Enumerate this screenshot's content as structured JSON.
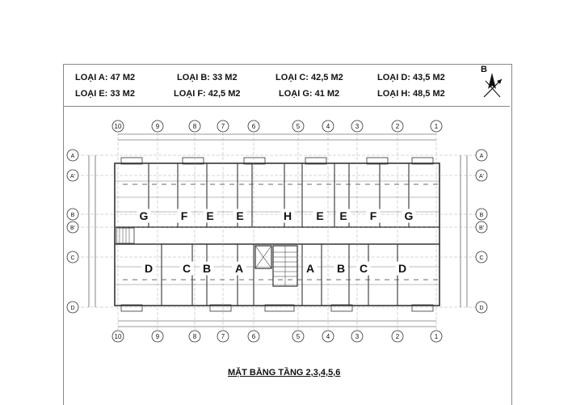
{
  "legend": {
    "row1": [
      "LOẠI A: 47 M2",
      "LOẠI B: 33 M2",
      "LOẠI C: 42,5 M2",
      "LOẠI D: 43,5 M2"
    ],
    "row2": [
      "LOẠI E: 33 M2",
      "LOẠI F: 42,5 M2",
      "LOẠI G: 41 M2",
      "LOẠI H: 48,5 M2"
    ]
  },
  "compass": {
    "letter": "B",
    "icon": "north-arrow-icon"
  },
  "grid": {
    "columns": [
      "10",
      "9",
      "8",
      "7",
      "6",
      "5",
      "4",
      "3",
      "2",
      "1"
    ],
    "rows_left": [
      "A",
      "A'",
      "B",
      "B'",
      "C",
      "D"
    ],
    "rows_right": [
      "A",
      "A'",
      "B",
      "B'",
      "C",
      "D"
    ]
  },
  "units": {
    "top": [
      "G",
      "F",
      "E",
      "E",
      "H",
      "E",
      "E",
      "F",
      "G"
    ],
    "bottom": [
      "D",
      "C",
      "B",
      "A",
      "A",
      "B",
      "C",
      "D"
    ]
  },
  "caption": "MẶT BẰNG TẦNG 2,3,4,5,6"
}
